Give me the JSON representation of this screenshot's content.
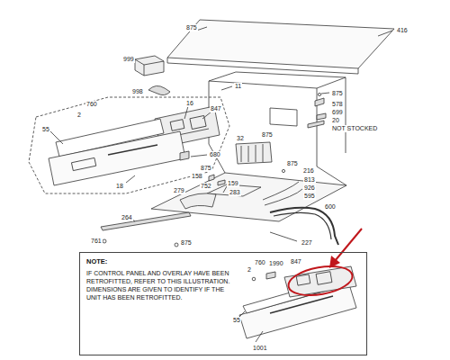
{
  "diagram": {
    "nodes": [
      {
        "text": [
          "NOTE:",
          "IF CONTROL PANEL AND OVERLAY HAVE BEEN RETROFITTED, REFER TO THIS ILLUSTRATION. DIMENSIONS ARE GIVEN TO IDENTIFY IF THE UNIT HAS BEEN RETROFITTED."
        ]
      }
    ],
    "edges": [],
    "labels": [
      "875",
      "416",
      "999",
      "998",
      "11",
      "875",
      "760",
      "16",
      "847",
      "578",
      "699",
      "2",
      "20",
      "NOT STOCKED",
      "55",
      "875",
      "32",
      "680",
      "875",
      "875",
      "158",
      "159",
      "18",
      "216",
      "813",
      "926",
      "595",
      "279",
      "752",
      "283",
      "600",
      "264",
      "761",
      "875",
      "227",
      "2",
      "760",
      "1990",
      "847",
      "55",
      "1001"
    ]
  }
}
